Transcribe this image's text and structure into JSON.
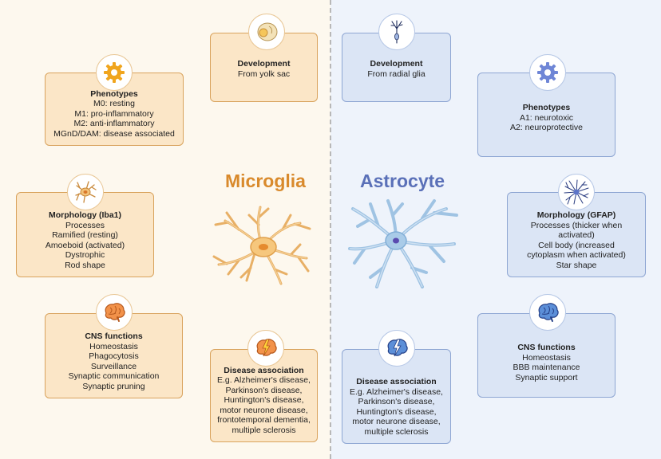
{
  "microglia": {
    "title": "Microglia",
    "color": "#d98a2c",
    "development": {
      "title": "Development",
      "lines": [
        "From yolk sac"
      ],
      "icon": "yolk-sac-icon"
    },
    "phenotypes": {
      "title": "Phenotypes",
      "lines": [
        "M0: resting",
        "M1: pro-inflammatory",
        "M2: anti-inflammatory",
        "MGnD/DAM: disease associated"
      ],
      "icon": "gear-icon"
    },
    "morphology": {
      "title": "Morphology (Iba1)",
      "lines": [
        "Processes",
        "Ramified (resting)",
        "Amoeboid (activated)",
        "Dystrophic",
        "Rod shape"
      ],
      "icon": "microglia-cell-icon"
    },
    "cns": {
      "title": "CNS functions",
      "lines": [
        "Homeostasis",
        "Phagocytosis",
        "Surveillance",
        "Synaptic communication",
        "Synaptic pruning"
      ],
      "icon": "brain-icon"
    },
    "disease": {
      "title": "Disease association",
      "lines": [
        "E.g. Alzheimer's disease,",
        "Parkinson's disease,",
        "Huntington's disease,",
        "motor neurone disease,",
        "frontotemporal dementia,",
        "multiple sclerosis"
      ],
      "icon": "brain-lightning-icon"
    }
  },
  "astrocyte": {
    "title": "Astrocyte",
    "color": "#5a70b8",
    "development": {
      "title": "Development",
      "lines": [
        "From radial glia"
      ],
      "icon": "radial-glia-icon"
    },
    "phenotypes": {
      "title": "Phenotypes",
      "lines": [
        "A1: neurotoxic",
        "A2: neuroprotective"
      ],
      "icon": "gear-icon"
    },
    "morphology": {
      "title": "Morphology (GFAP)",
      "lines": [
        "Processes (thicker when",
        "activated)",
        "Cell body (increased",
        "cytoplasm when activated)",
        "Star shape"
      ],
      "icon": "astrocyte-cell-icon"
    },
    "cns": {
      "title": "CNS functions",
      "lines": [
        "Homeostasis",
        "BBB maintenance",
        "Synaptic support"
      ],
      "icon": "brain-icon"
    },
    "disease": {
      "title": "Disease association",
      "lines": [
        "E.g. Alzheimer's disease,",
        "Parkinson's disease,",
        "Huntington's disease,",
        "motor neurone disease,",
        "multiple sclerosis"
      ],
      "icon": "brain-lightning-icon"
    }
  }
}
